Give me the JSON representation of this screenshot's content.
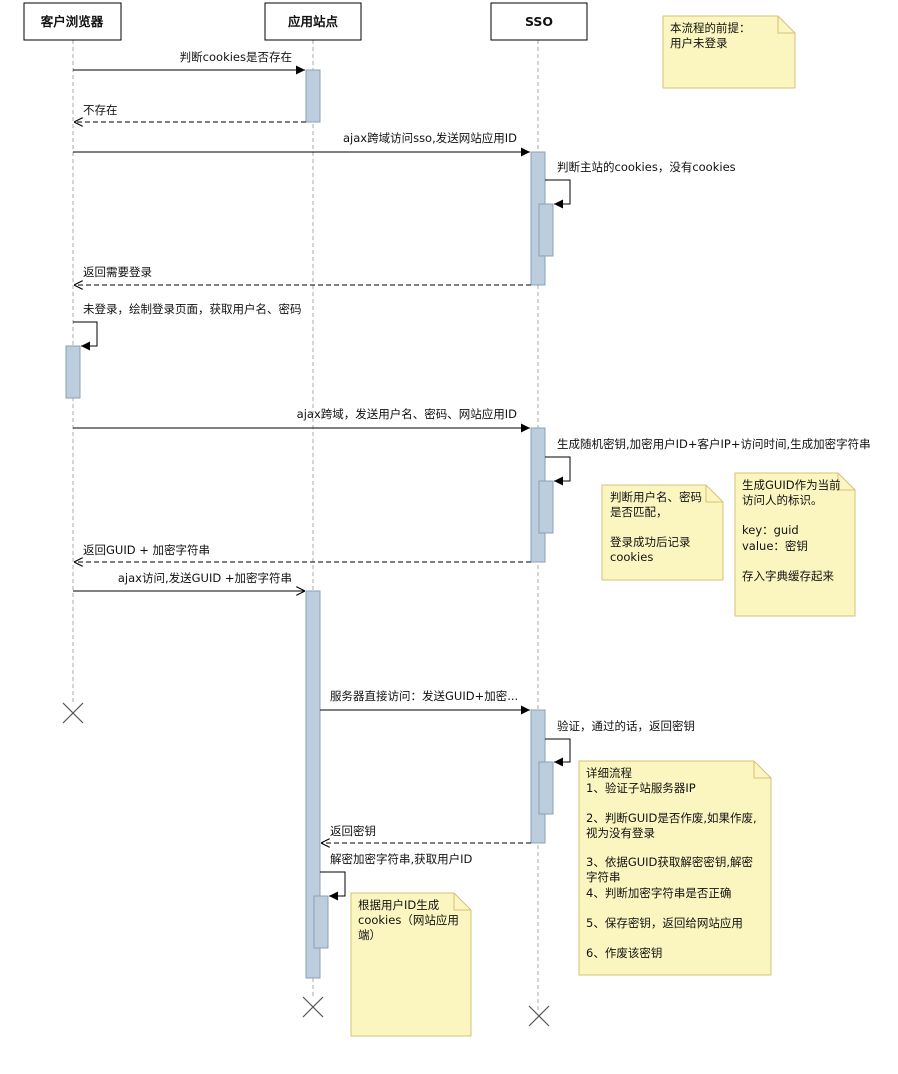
{
  "participants": [
    {
      "id": "browser",
      "label": "客户浏览器"
    },
    {
      "id": "app",
      "label": "应用站点"
    },
    {
      "id": "sso",
      "label": "SSO"
    }
  ],
  "messages": [
    {
      "text": "判断cookies是否存在",
      "style": "solid"
    },
    {
      "text": "不存在",
      "style": "dashed"
    },
    {
      "text": "ajax跨域访问sso,发送网站应用ID",
      "style": "solid"
    },
    {
      "text": "判断主站的cookies，没有cookies",
      "style": "self"
    },
    {
      "text": "返回需要登录",
      "style": "dashed"
    },
    {
      "text": "未登录，绘制登录页面，获取用户名、密码",
      "style": "self"
    },
    {
      "text": "ajax跨域，发送用户名、密码、网站应用ID",
      "style": "solid"
    },
    {
      "text": "生成随机密钥,加密用户ID+客户IP+访问时间,生成加密字符串",
      "style": "self"
    },
    {
      "text": "返回GUID + 加密字符串",
      "style": "dashed"
    },
    {
      "text": "ajax访问,发送GUID +加密字符串",
      "style": "solid"
    },
    {
      "text": "服务器直接访问：发送GUID+加密...",
      "style": "solid"
    },
    {
      "text": "验证，通过的话，返回密钥",
      "style": "self"
    },
    {
      "text": "返回密钥",
      "style": "dashed"
    },
    {
      "text": "解密加密字符串,获取用户ID",
      "style": "self"
    }
  ],
  "notes": [
    {
      "id": "premise",
      "lines": [
        "本流程的前提：",
        "用户未登录"
      ]
    },
    {
      "id": "match",
      "lines": [
        "判断用户名、密码",
        "是否匹配，",
        "",
        "登录成功后记录",
        "cookies"
      ]
    },
    {
      "id": "guid",
      "lines": [
        "生成GUID作为当前",
        "访问人的标识。",
        "",
        "key：guid",
        "value：密钥",
        "",
        "存入字典缓存起来"
      ]
    },
    {
      "id": "detail",
      "lines": [
        "详细流程",
        "1、验证子站服务器IP",
        "",
        "2、判断GUID是否作废,如果作废,",
        "视为没有登录",
        "",
        "3、依据GUID获取解密密钥,解密",
        "字符串",
        "4、判断加密字符串是否正确",
        "",
        "5、保存密钥，返回给网站应用",
        "",
        "6、作废该密钥"
      ]
    },
    {
      "id": "cookie",
      "lines": [
        "根据用户ID生成",
        "cookies（网站应用",
        "端）"
      ]
    }
  ],
  "colors": {
    "note_fill": "#fbf6c0",
    "note_stroke": "#d4c27a",
    "activation_fill": "#bccddd",
    "activation_stroke": "#8aa0b8",
    "line": "#000000",
    "lifeline": "#aaaaaa"
  }
}
